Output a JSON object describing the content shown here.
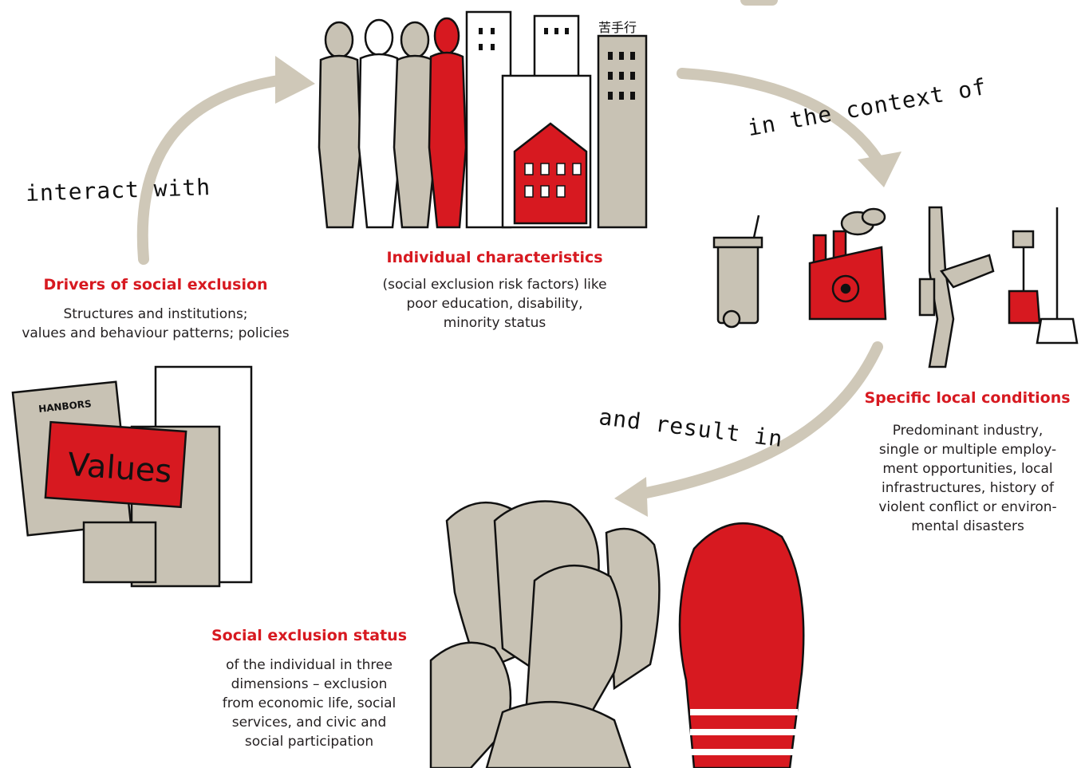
{
  "colors": {
    "accent_red": "#d71920",
    "arrow_beige": "#cfc8b8",
    "ink": "#231f20",
    "figure_gray": "#c8c2b4"
  },
  "nodes": {
    "drivers": {
      "heading": "Drivers of social exclusion",
      "lines": [
        "Structures and institutions;",
        "values and behaviour patterns; policies"
      ]
    },
    "individual": {
      "heading": "Individual characteristics",
      "lines": [
        "(social exclusion risk factors) like",
        "poor education, disability,",
        "minority status"
      ]
    },
    "local": {
      "heading": "Specific local conditions",
      "lines": [
        "Predominant industry,",
        "single or multiple employ-",
        "ment  opportunities, local",
        "infrastructures, history of",
        "violent conflict or environ-",
        "mental disasters"
      ]
    },
    "status": {
      "heading": "Social exclusion status",
      "lines": [
        "of the individual in three",
        "dimensions – exclusion",
        "from economic life, social",
        "services, and civic and",
        "social participation"
      ]
    }
  },
  "connectors": {
    "interact_with": "interact with",
    "in_the_context_of": "in the context of",
    "and_result_in": "and result in"
  },
  "illustrations": {
    "values_sign": "Values",
    "sign_text": "HANBORS",
    "rooftop_text": "苦手行"
  }
}
